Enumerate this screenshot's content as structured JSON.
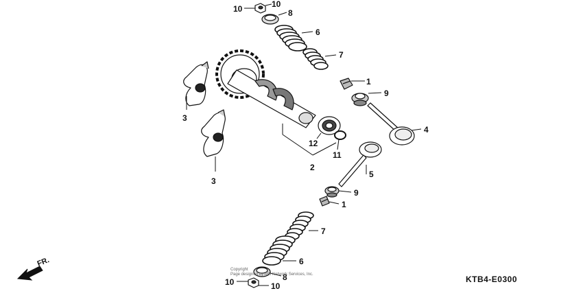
{
  "diagram": {
    "code": "KTB4-E0300",
    "direction_label": "FR.",
    "copyright_line1": "Copyright",
    "copyright_line2": "Page designed by ARI Network Services, Inc.",
    "callouts": [
      {
        "id": "10a",
        "text": "10"
      },
      {
        "id": "10b",
        "text": "10"
      },
      {
        "id": "8a",
        "text": "8"
      },
      {
        "id": "6a",
        "text": "6"
      },
      {
        "id": "7a",
        "text": "7"
      },
      {
        "id": "1a",
        "text": "1"
      },
      {
        "id": "9a",
        "text": "9"
      },
      {
        "id": "4",
        "text": "4"
      },
      {
        "id": "3a",
        "text": "3"
      },
      {
        "id": "3b",
        "text": "3"
      },
      {
        "id": "12",
        "text": "12"
      },
      {
        "id": "11",
        "text": "11"
      },
      {
        "id": "2",
        "text": "2"
      },
      {
        "id": "5",
        "text": "5"
      },
      {
        "id": "9b",
        "text": "9"
      },
      {
        "id": "1b",
        "text": "1"
      },
      {
        "id": "7b",
        "text": "7"
      },
      {
        "id": "6b",
        "text": "6"
      },
      {
        "id": "8b",
        "text": "8"
      },
      {
        "id": "10c",
        "text": "10"
      },
      {
        "id": "10d",
        "text": "10"
      }
    ]
  }
}
